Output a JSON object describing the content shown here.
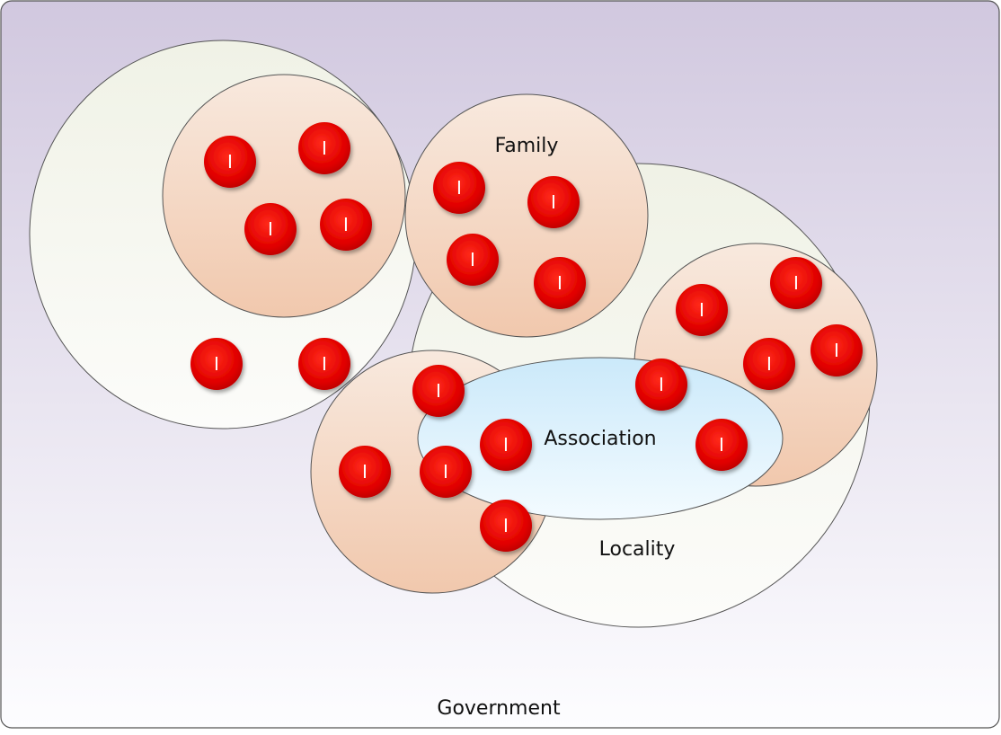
{
  "labels": {
    "government": "Government",
    "family": "Family",
    "association": "Association",
    "locality": "Locality"
  },
  "individual_marker": "I",
  "colors": {
    "background_top": "#d1c8df",
    "background_bottom": "#fdfdff",
    "locality_fill_top": "#f0f2e6",
    "locality_fill_bottom": "#fcfcfa",
    "family_fill_top": "#f8e9de",
    "family_fill_bottom": "#f1c8ad",
    "association_fill_top": "#cbe9fa",
    "association_fill_bottom": "#f3fbff",
    "individual_red": "#e00000",
    "outline": "#555555"
  }
}
